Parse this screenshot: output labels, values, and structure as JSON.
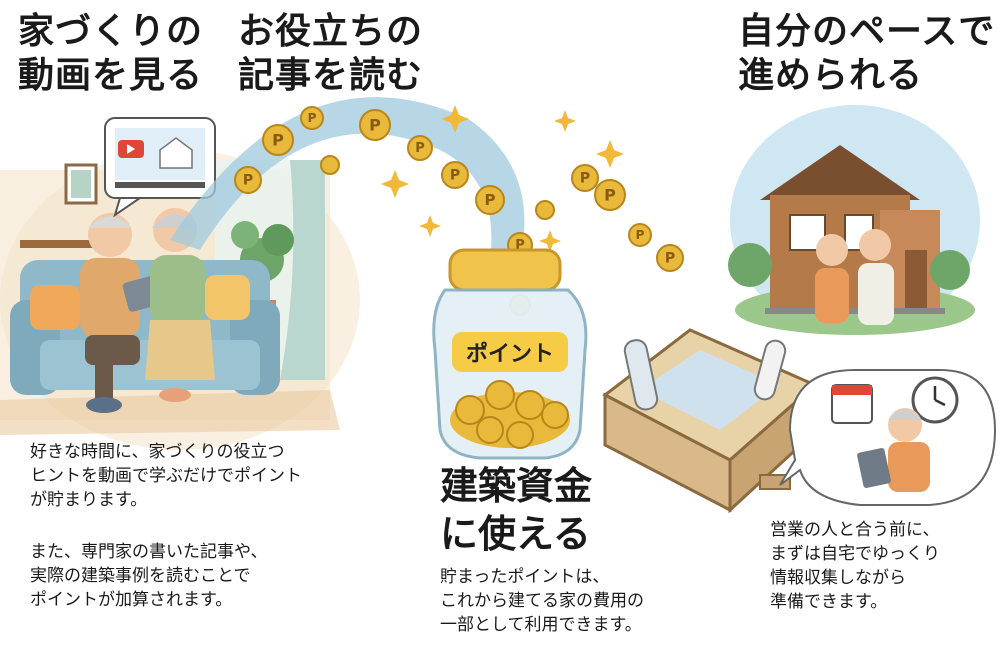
{
  "headings": {
    "video": [
      "家づくりの",
      "動画を見る"
    ],
    "article": [
      "お役立ちの",
      "記事を読む"
    ],
    "pace": [
      "自分のペースで",
      "進められる"
    ],
    "fund": [
      "建築資金",
      "に使える"
    ]
  },
  "jar_label": "ポイント",
  "coin_mark": "P",
  "texts": {
    "video_desc": [
      "好きな時間に、家づくりの役立つ",
      "ヒントを動画で学ぶだけでポイント",
      "が貯まります。"
    ],
    "article_desc": [
      "また、専門家の書いた記事や、",
      "実際の建築事例を読むことで",
      "ポイントが加算されます。"
    ],
    "fund_desc": [
      "貯まったポイントは、",
      "これから建てる家の費用の",
      "一部として利用できます。"
    ],
    "pace_desc": [
      "営業の人と合う前に、",
      "まずは自宅でゆっくり",
      "情報収集しながら",
      "準備できます。"
    ]
  },
  "colors": {
    "arc": "#9fc9df",
    "coin": "#e8b93a",
    "coin_edge": "#b8861a",
    "jar_lid": "#f0c44a",
    "sofa": "#8fb8c8",
    "wood": "#b57a4a",
    "sky": "#cfe6f3",
    "foundation": "#d9b98a"
  }
}
